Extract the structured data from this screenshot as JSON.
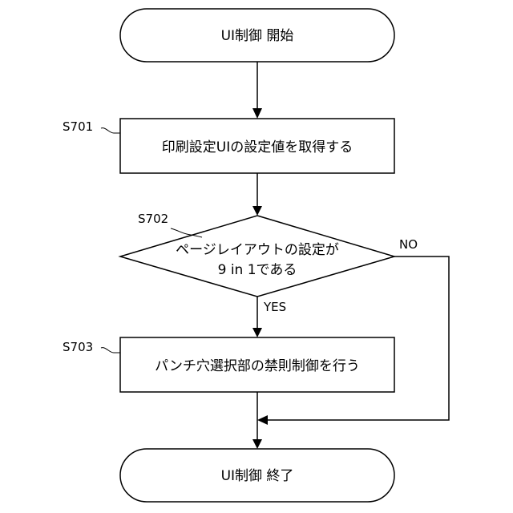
{
  "flowchart": {
    "start_label": "UI制御 開始",
    "end_label": "UI制御 終了",
    "steps": [
      {
        "id": "S701",
        "text": "印刷設定UIの設定値を取得する"
      },
      {
        "id": "S702",
        "text_line1": "ページレイアウトの設定が",
        "text_line2": "9 in 1である"
      },
      {
        "id": "S703",
        "text": "パンチ穴選択部の禁則制御を行う"
      }
    ],
    "branches": {
      "yes": "YES",
      "no": "NO"
    }
  }
}
